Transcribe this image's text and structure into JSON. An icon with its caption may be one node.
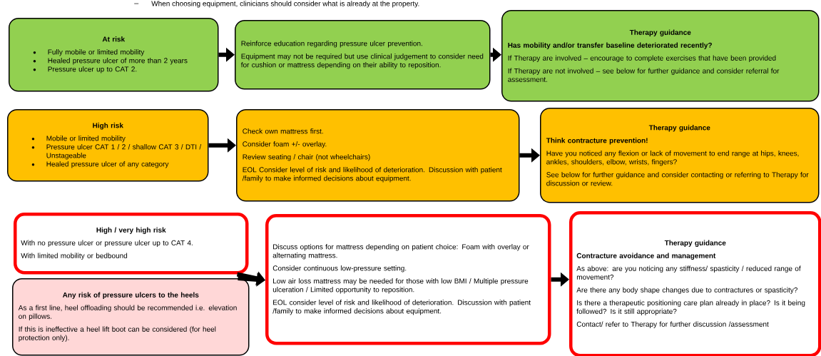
{
  "diagram": {
    "nodes": [
      {
        "text": [
          "At risk",
          "Fully mobile or limited mobility",
          "Healed pressure ulcer of more than 2 years",
          "Pressure ulcer up to CAT 2."
        ]
      },
      {
        "text": [
          "Reinforce education regarding pressure ulcer prevention.",
          "Equipment may not be required but use clinical judgement to consider need for cushion or mattress depending on their ability to reposition."
        ]
      },
      {
        "text": [
          "Therapy guidance",
          "Has mobility and/or transfer baseline deteriorated recently?",
          "If Therapy are involved – encourage to complete exercises that have been provided",
          "If Therapy are not involved – see below for further guidance and consider referral for assessment."
        ]
      },
      {
        "text": [
          "High risk",
          "Mobile or limited mobility",
          "Pressure ulcer CAT 1 / 2 / shallow CAT 3 / DTI / Unstageable",
          "Healed pressure ulcer of any category"
        ]
      },
      {
        "text": [
          "Check own mattress first.",
          "Consider foam +/- overlay.",
          "Review seating / chair (not wheelchairs)",
          "EOL Consider level of risk and likelihood of deterioration. Discussion with patient /family to make informed decisions about equipment."
        ]
      },
      {
        "text": [
          "Therapy guidance",
          "Think contracture prevention!",
          "Have you noticed any flexion or lack of movement to end range at hips, knees, ankles, shoulders, elbow, wrists, fingers?",
          "See below for further guidance and consider contacting or referring to Therapy for discussion or review."
        ]
      },
      {
        "text": [
          "High / very high risk",
          "With no pressure ulcer or pressure ulcer up to CAT 4.",
          "With limited mobility or bedbound"
        ]
      },
      {
        "text": [
          "Any risk of pressure ulcers to the heels",
          "As a first line, heel offloading should be recommended i.e. elevation on pillows.",
          "If this is ineffective a heel lift boot can be considered (for heel protection only)."
        ]
      },
      {
        "text": [
          "Discuss options for mattress depending on patient choice: Foam with overlay or alternating mattress.",
          "Consider continuous low-pressure setting.",
          "Low air loss mattress may be needed for those with low BMI / Multiple pressure ulceration / Limited opportunity to reposition.",
          "EOL consider level of risk and likelihood of deterioration. Discussion with patient /family to make informed decisions about equipment."
        ]
      },
      {
        "text": [
          "Therapy guidance",
          "Contracture avoidance and management",
          "As above: are you noticing any stiffness/ spasticity / reduced range of movement?",
          "Are there any body shape changes due to contractures or spasticity?",
          "Is there a therapeutic positioning care plan already in place? Is it being followed?  Is it still appropriate?",
          "Contact/ refer to Therapy for further discussion /assessment"
        ]
      }
    ],
    "edges": [
      {
        "from": 0,
        "to": 1,
        "arrow": "to"
      },
      {
        "from": 1,
        "to": 2,
        "arrow": "to"
      },
      {
        "from": 3,
        "to": 4,
        "arrow": "to"
      },
      {
        "from": 4,
        "to": 5,
        "arrow": "to"
      },
      {
        "from": 6,
        "to": 8,
        "arrow": "to"
      },
      {
        "from": 7,
        "to": 8,
        "arrow": "to"
      },
      {
        "from": 8,
        "to": 9,
        "arrow": "to"
      }
    ],
    "labels": [
      "When choosing equipment, clinicians should consider what is already at the property."
    ]
  }
}
